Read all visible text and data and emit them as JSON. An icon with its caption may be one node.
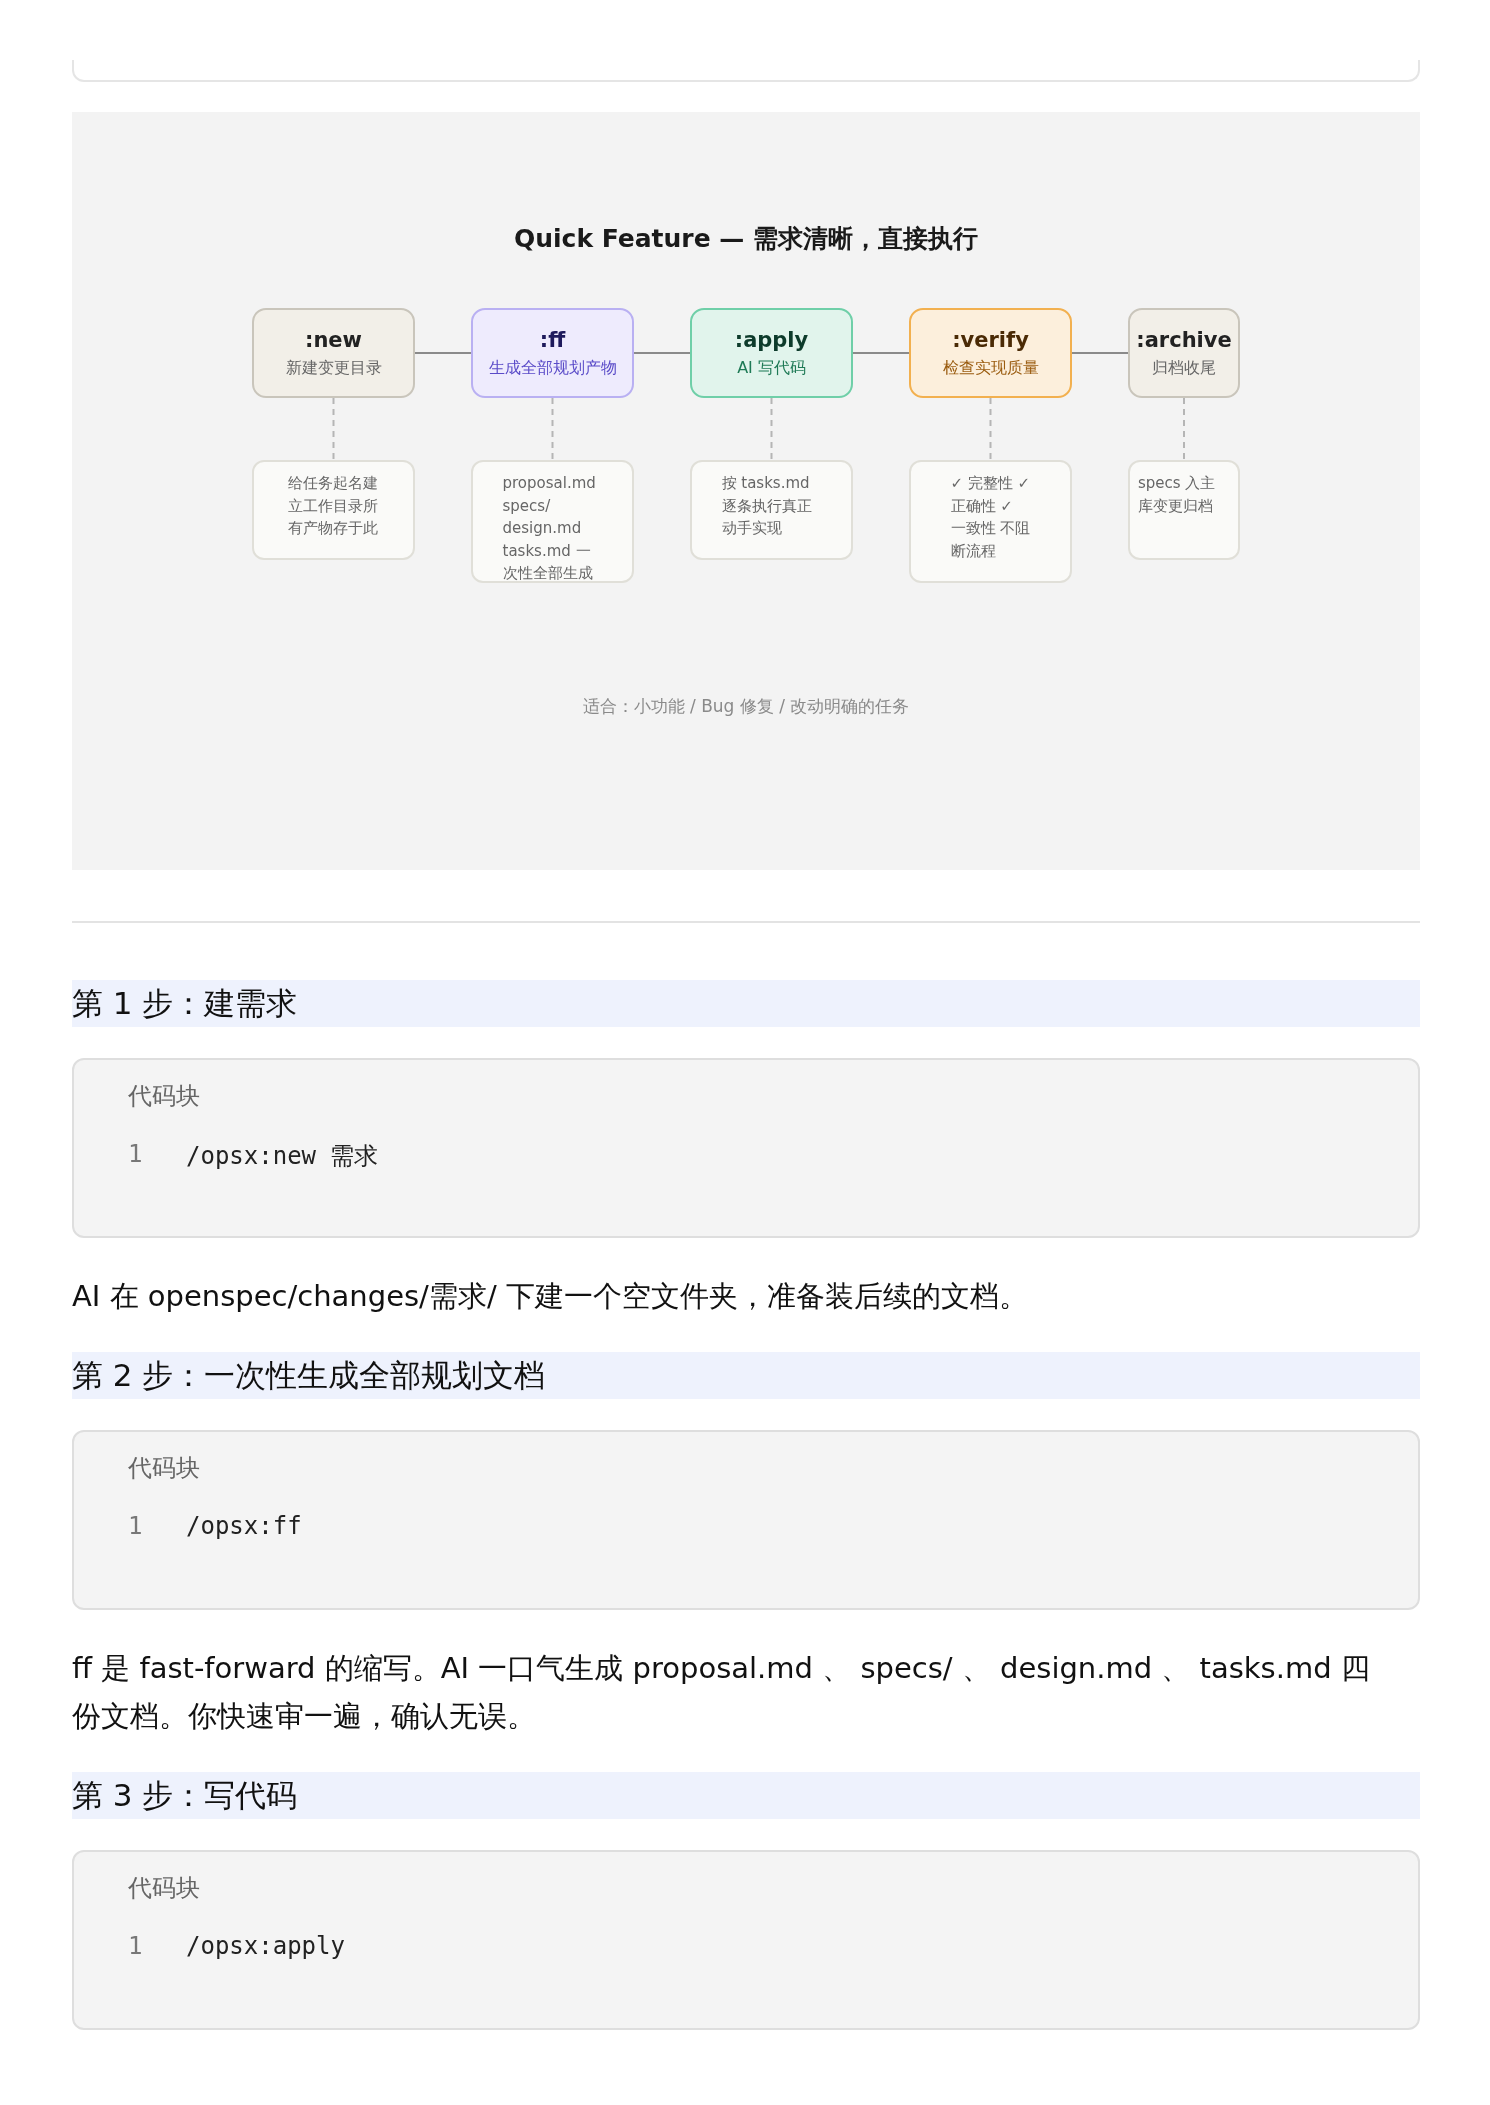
{
  "diagram": {
    "title": "Quick Feature — 需求清晰，直接执行",
    "caption": "适合：小功能 / Bug 修复 / 改动明确的任务",
    "nodes": [
      {
        "text": [
          ":new",
          "新建变更目录"
        ]
      },
      {
        "text": [
          ":ff",
          "生成全部规划产物"
        ]
      },
      {
        "text": [
          ":apply",
          "AI 写代码"
        ]
      },
      {
        "text": [
          ":verify",
          "检查实现质量"
        ]
      },
      {
        "text": [
          ":archive",
          "归档收尾"
        ]
      },
      {
        "text": [
          "给任务起名建立工作目录所有产物存于此"
        ]
      },
      {
        "text": [
          "proposal.md specs/ design.md tasks.md 一次性全部生成"
        ]
      },
      {
        "text": [
          "按 tasks.md 逐条执行真正动手实现"
        ]
      },
      {
        "text": [
          "✓ 完整性 ✓ 正确性 ✓ 一致性 不阻断流程"
        ]
      },
      {
        "text": [
          "specs 入主库变更归档"
        ]
      },
      {
        "text": [],
        "shape": "box"
      }
    ],
    "edges": [
      {
        "from": 0,
        "to": 1,
        "arrow": "none"
      },
      {
        "from": 1,
        "to": 2,
        "arrow": "none"
      },
      {
        "from": 2,
        "to": 3,
        "arrow": "none"
      },
      {
        "from": 3,
        "to": 4,
        "arrow": "none"
      },
      {
        "from": 0,
        "to": 5,
        "arrow": "none",
        "style": "dashed"
      },
      {
        "from": 1,
        "to": 6,
        "arrow": "none",
        "style": "dashed"
      },
      {
        "from": 2,
        "to": 7,
        "arrow": "none",
        "style": "dashed"
      },
      {
        "from": 3,
        "to": 8,
        "arrow": "none",
        "style": "dashed"
      },
      {
        "from": 4,
        "to": 9,
        "arrow": "none",
        "style": "dashed"
      }
    ],
    "labels": [
      "第 1 步：建需求",
      "代码块",
      "1",
      "/opsx:new 需求",
      "AI 在 openspec/changes/需求/ 下建一个空文件夹，准备装后续的文档。",
      "第 2 步：一次性生成全部规划文档",
      "代码块",
      "1",
      "/opsx:ff",
      "ff 是 fast-forward 的缩写。AI 一口气生成 proposal.md 、 specs/ 、 design.md 、 tasks.md 四份文档。你快速审一遍，确认无误。",
      "第 3 步：写代码",
      "代码块",
      "1",
      "/opsx:apply"
    ]
  }
}
